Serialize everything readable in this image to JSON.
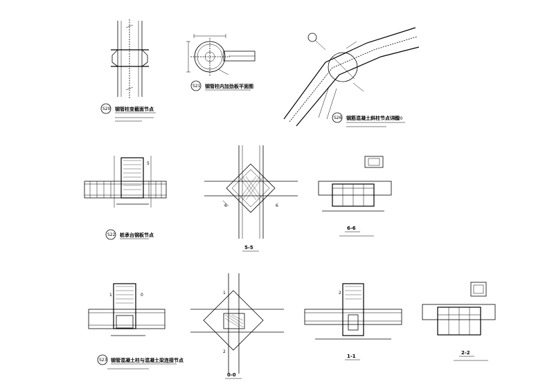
{
  "details": {
    "s20": {
      "tag": "S20",
      "title": "钢管柱变截面节点"
    },
    "s21": {
      "tag": "S21",
      "title": "钢管柱内加劲板平面图"
    },
    "s26": {
      "tag": "S26",
      "title": "钢筋混凝土斜柱节点详图",
      "scale": "1:20"
    },
    "s22": {
      "tag": "S22",
      "title": "桩承台钢板节点"
    },
    "s23": {
      "tag": "S23",
      "title": "钢管混凝土柱与混凝土梁连接节点"
    }
  },
  "sections": {
    "s55": {
      "label": "5-5",
      "mark_left": "6",
      "mark_right": "6"
    },
    "s66": {
      "label": "6-6"
    },
    "s00": {
      "label": "0-0"
    },
    "s11": {
      "label": "1-1"
    },
    "s22": {
      "label": "2-2"
    }
  },
  "marks": {
    "one": "1",
    "two": "2",
    "five": "5",
    "zero": "0"
  }
}
